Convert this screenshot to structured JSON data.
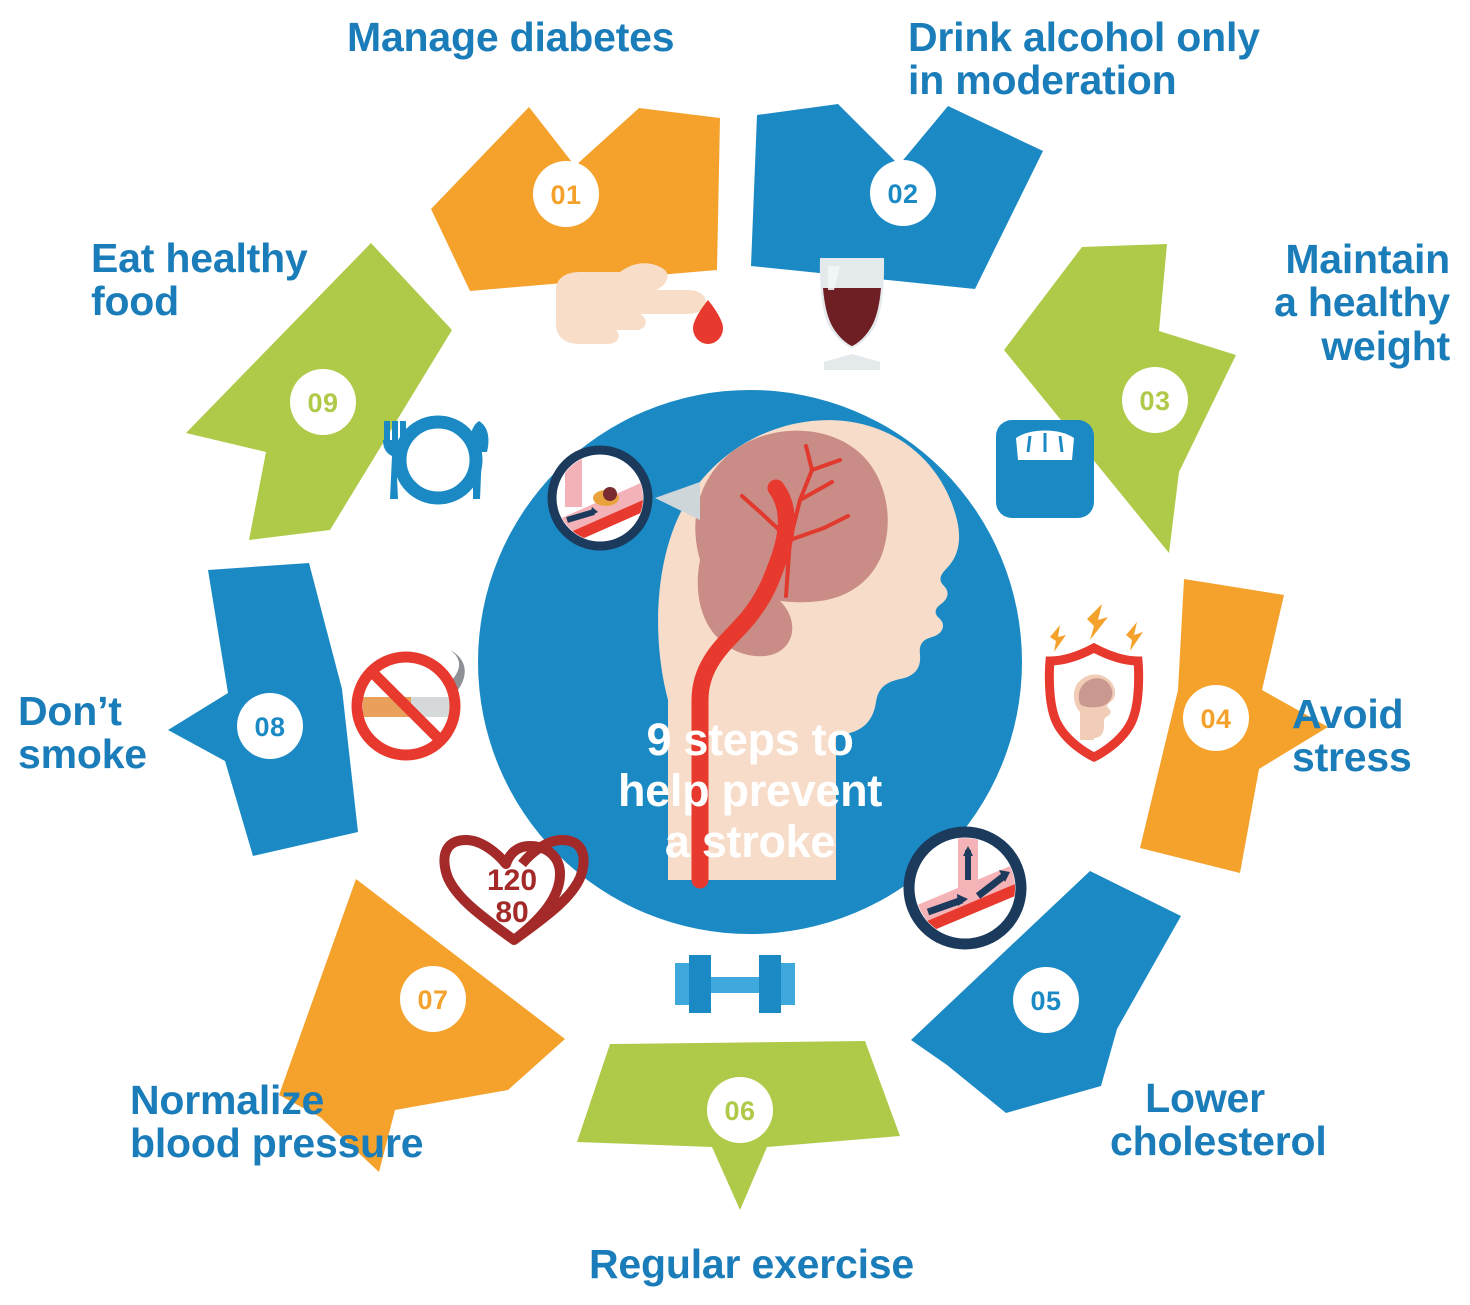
{
  "center": {
    "title": "9 steps to\nhelp prevent\na stroke",
    "circle_color": "#1b8ac4",
    "illustration_name": "head-brain-artery-illustration"
  },
  "colors": {
    "orange": "#f5a22d",
    "blue": "#1b8ac4",
    "green": "#afc949",
    "label_blue": "#1a7dba",
    "navy": "#1b3a5c",
    "red": "#e8372b",
    "dark_red": "#a32a28"
  },
  "steps": [
    {
      "number": "01",
      "label": "Manage diabetes",
      "color": "#f5a22d",
      "icon": "hand-blood-drop-icon"
    },
    {
      "number": "02",
      "label": "Drink alcohol only\nin moderation",
      "color": "#1b8ac4",
      "icon": "wine-glass-icon"
    },
    {
      "number": "03",
      "label": "Maintain\na healthy\nweight",
      "color": "#afc949",
      "icon": "bathroom-scale-icon"
    },
    {
      "number": "04",
      "label": "Avoid\nstress",
      "color": "#f5a22d",
      "icon": "stress-shield-head-icon"
    },
    {
      "number": "05",
      "label": "Lower\ncholesterol",
      "color": "#1b8ac4",
      "icon": "artery-cholesterol-icon"
    },
    {
      "number": "06",
      "label": "Regular exercise",
      "color": "#afc949",
      "icon": "dumbbell-icon"
    },
    {
      "number": "07",
      "label": "Normalize\nblood pressure",
      "color": "#f5a22d",
      "icon": "heart-blood-pressure-icon"
    },
    {
      "number": "08",
      "label": "Don’t\nsmoke",
      "color": "#1b8ac4",
      "icon": "no-smoking-icon"
    },
    {
      "number": "09",
      "label": "Eat healthy\nfood",
      "color": "#afc949",
      "icon": "plate-fork-knife-icon"
    }
  ],
  "blood_pressure_icon": {
    "systolic": "120",
    "diastolic": "80"
  }
}
